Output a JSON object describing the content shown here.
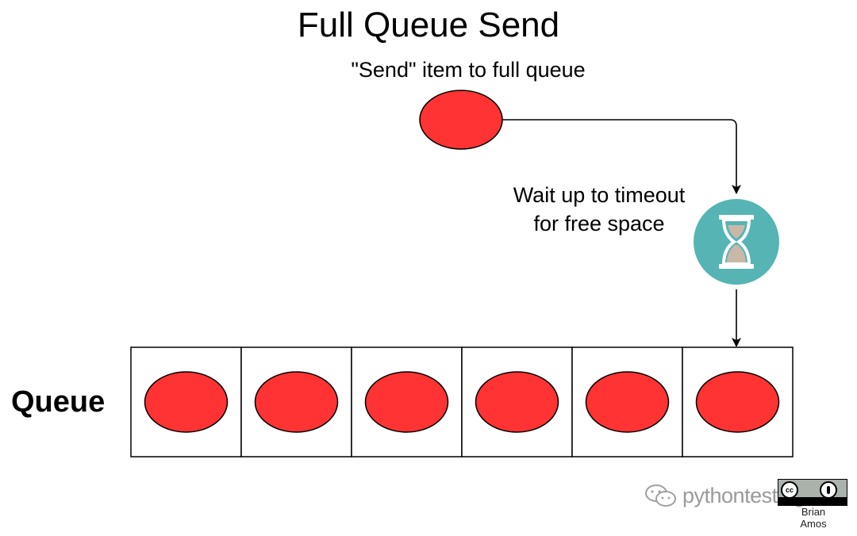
{
  "title": "Full Queue Send",
  "send_label": "\"Send\" item to full queue",
  "wait_label_line1": "Wait up to timeout",
  "wait_label_line2": "for free space",
  "queue_label": "Queue",
  "queue_slots": [
    {
      "item": "red-item"
    },
    {
      "item": "red-item"
    },
    {
      "item": "red-item"
    },
    {
      "item": "red-item"
    },
    {
      "item": "red-item"
    },
    {
      "item": "red-item"
    }
  ],
  "colors": {
    "item_fill": "#ff3333",
    "stroke": "#000000",
    "timer_circle": "#56b4b5",
    "hourglass_frame": "#ffffff",
    "sand": "#c9b8a8"
  },
  "icons": {
    "timer": "hourglass-icon",
    "watermark": "wechat-icon"
  },
  "watermark": {
    "text": "pythontesting"
  },
  "license": {
    "cc": "cc",
    "author_line1": "Brian",
    "author_line2": "Amos"
  }
}
